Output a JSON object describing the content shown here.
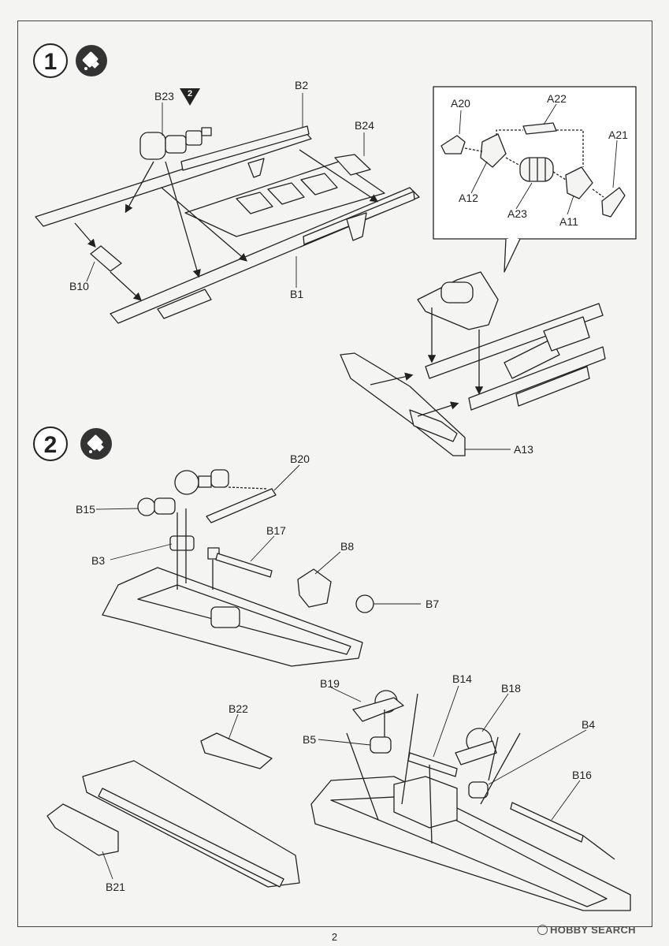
{
  "steps": [
    {
      "number": "1",
      "glue_icon": "glue-tube-icon"
    },
    {
      "number": "2",
      "glue_icon": "glue-tube-icon"
    }
  ],
  "step1": {
    "parts": {
      "B23": "B23",
      "B2": "B2",
      "B24": "B24",
      "B10": "B10",
      "B1": "B1",
      "A20": "A20",
      "A22": "A22",
      "A21": "A21",
      "A12": "A12",
      "A23": "A23",
      "A11": "A11",
      "A13": "A13"
    },
    "flag": "2"
  },
  "step2": {
    "parts": {
      "B20": "B20",
      "B15": "B15",
      "B17": "B17",
      "B8": "B8",
      "B3": "B3",
      "B7": "B7",
      "B19": "B19",
      "B14": "B14",
      "B18": "B18",
      "B22": "B22",
      "B5": "B5",
      "B4": "B4",
      "B16": "B16",
      "B21": "B21"
    }
  },
  "page_number": "2",
  "watermark": "HOBBY SEARCH"
}
